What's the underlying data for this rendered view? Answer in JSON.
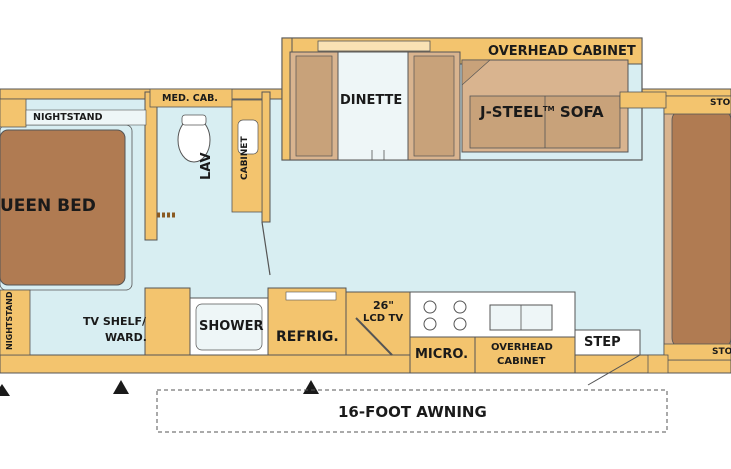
{
  "floorplan": {
    "labels": {
      "overhead_cabinet_top": "OVERHEAD CABINET",
      "dinette": "DINETTE",
      "sofa": "J-STEEL",
      "sofa_tm": "TM",
      "sofa_suffix": "SOFA",
      "med_cab": "MED. CAB.",
      "nightstand_top": "NIGHTSTAND",
      "queen_bed": "UEEN BED",
      "lav": "LAV",
      "cabinet": "CABINET",
      "nightstand_side": "NIGHTSTAND",
      "tv_shelf": "TV SHELF/",
      "ward": "WARD.",
      "shower": "SHOWER",
      "refrig": "REFRIG.",
      "lcd_size": "26\"",
      "lcd_tv": "LCD TV",
      "micro": "MICRO.",
      "overhead_cabinet_bottom_1": "OVERHEAD",
      "overhead_cabinet_bottom_2": "CABINET",
      "step": "STEP",
      "storage_top": "STO",
      "storage_bottom": "STO",
      "awning": "16-FOOT AWNING"
    },
    "colors": {
      "floor": "#d8eef2",
      "wall": "#f3c46e",
      "wall_dark": "#c98b2c",
      "furniture": "#d9b48f",
      "bed": "#b07b52",
      "cushion": "#c8a27a",
      "outline": "#555555"
    }
  }
}
